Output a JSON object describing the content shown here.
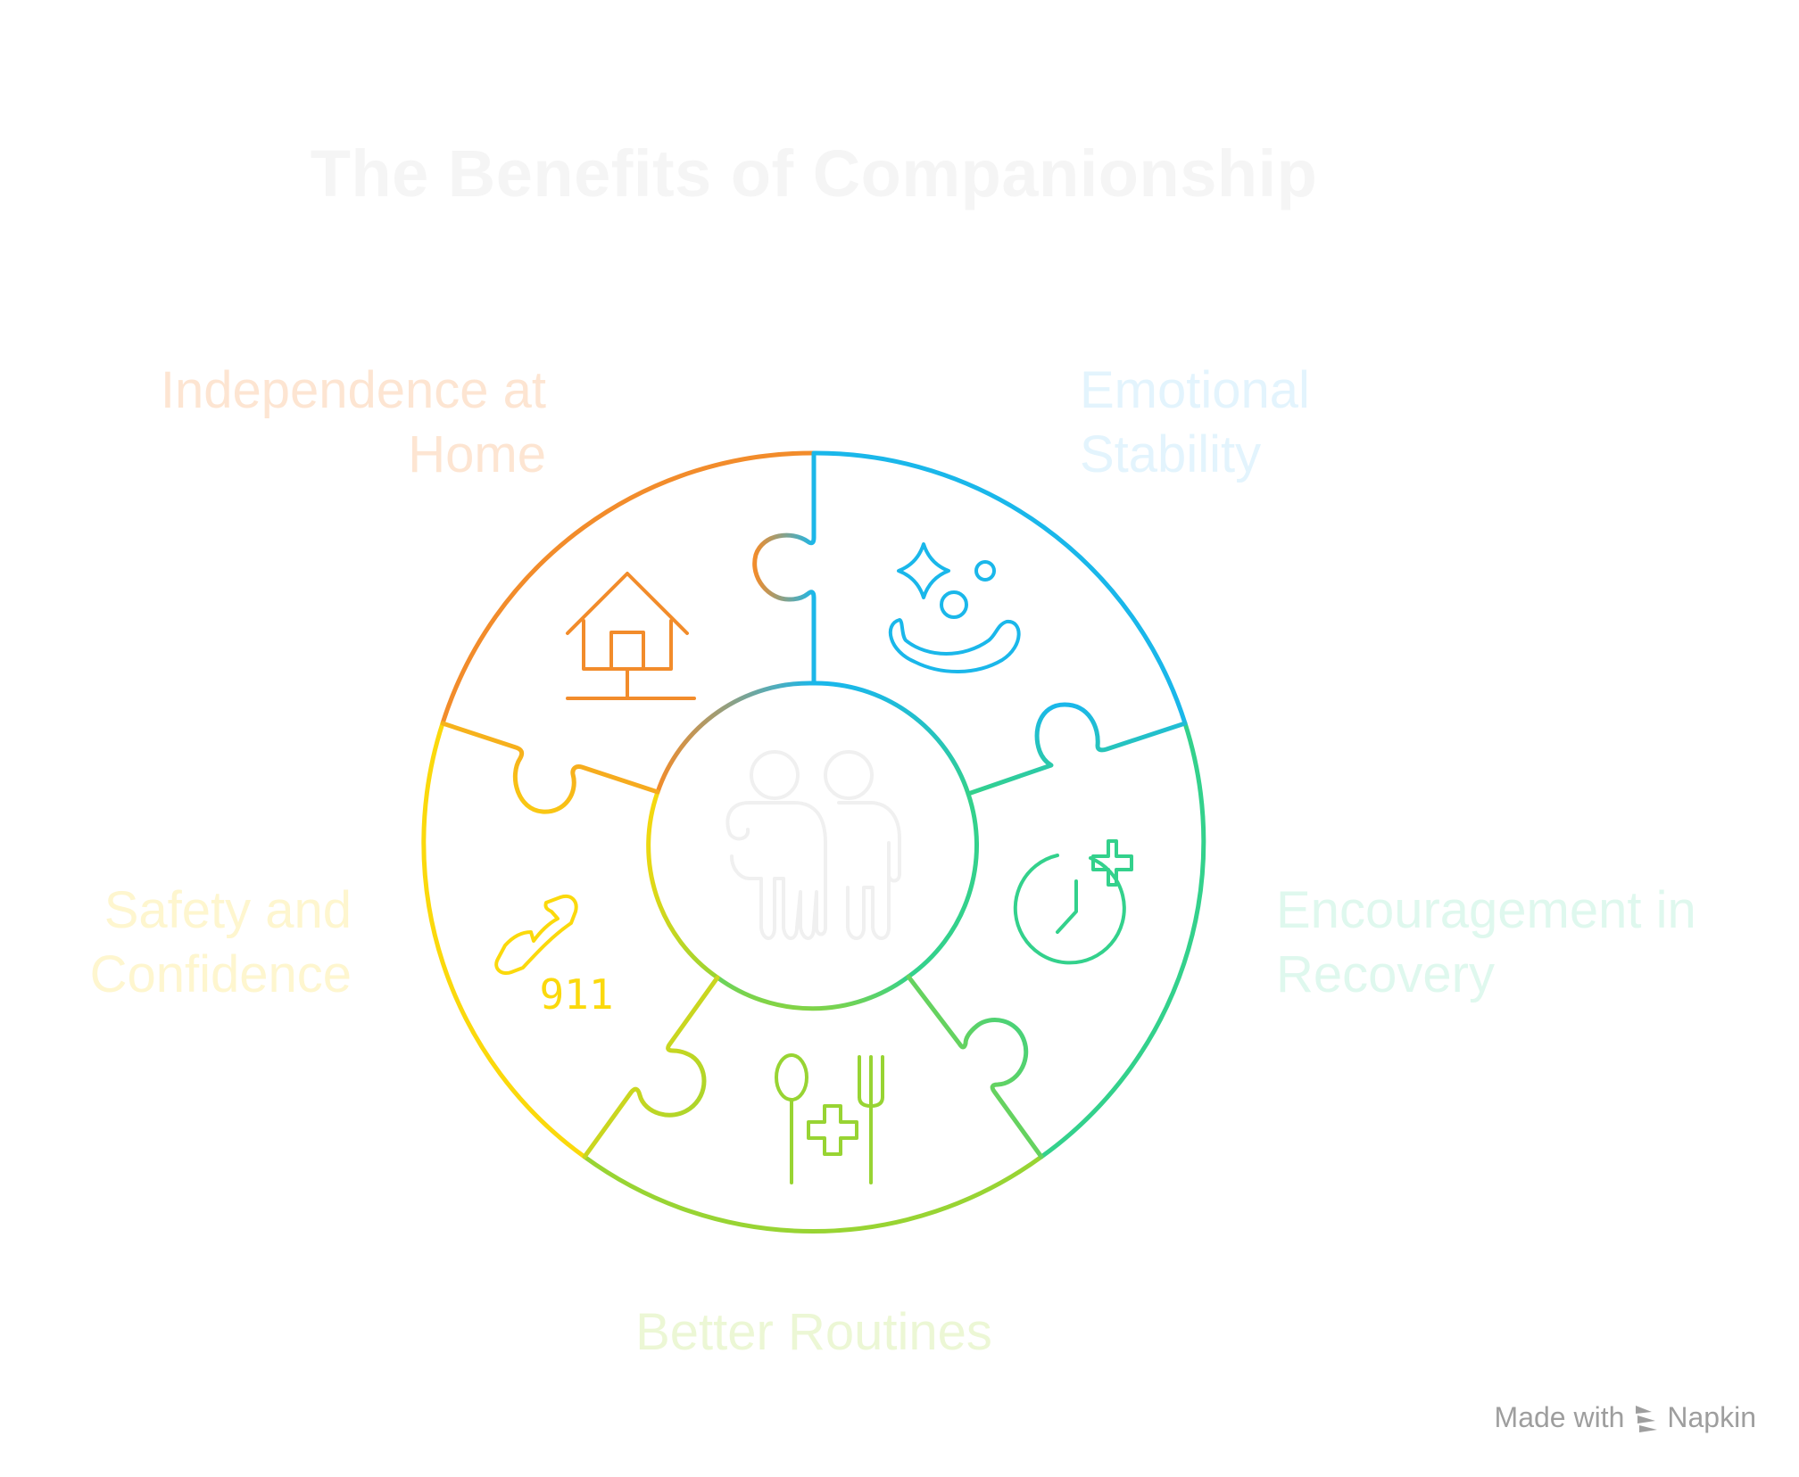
{
  "title": "The Benefits of Companionship",
  "segments": [
    {
      "lines": [
        "Independence at",
        "Home"
      ],
      "color": "#f28c2b",
      "icon": "house-icon"
    },
    {
      "lines": [
        "Emotional",
        "Stability"
      ],
      "color": "#1ab7ea",
      "icon": "sparkle-face-icon"
    },
    {
      "lines": [
        "Encouragement in",
        "Recovery"
      ],
      "color": "#33d18c",
      "icon": "clock-plus-icon"
    },
    {
      "lines": [
        "Better Routines"
      ],
      "color": "#98d433",
      "icon": "utensils-medical-icon"
    },
    {
      "lines": [
        "Safety and",
        "Confidence"
      ],
      "color": "#fbd90c",
      "icon": "phone-911-icon"
    }
  ],
  "icon_text": {
    "emergency": "911"
  },
  "center_icon": "elderly-couple-icon",
  "footer": {
    "made_with": "Made with",
    "brand": "Napkin"
  }
}
